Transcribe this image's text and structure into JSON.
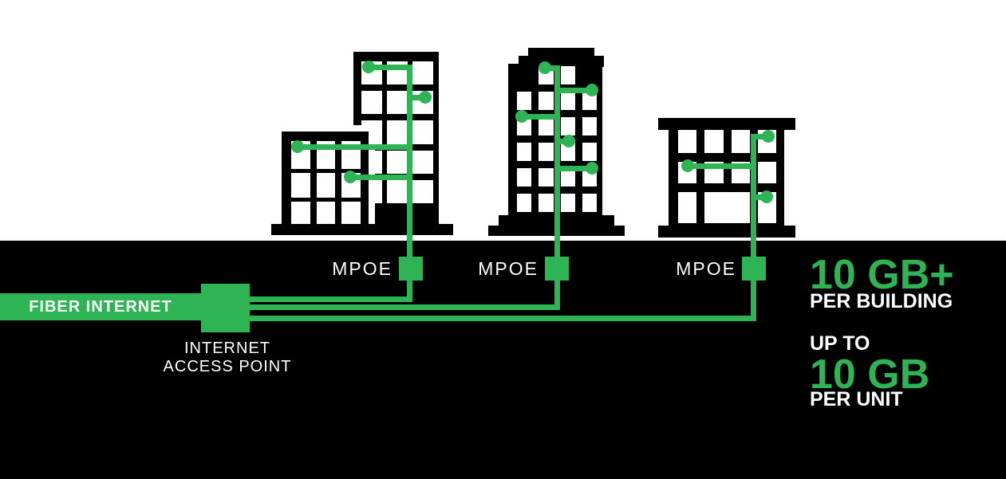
{
  "colors": {
    "accent_green": "#2fb455",
    "band_black": "#000000",
    "text_white": "#ffffff"
  },
  "banner": {
    "fiber_internet": "FIBER INTERNET"
  },
  "access_point": {
    "line1": "INTERNET",
    "line2": "ACCESS POINT"
  },
  "mpoe_labels": [
    "MPOE",
    "MPOE",
    "MPOE"
  ],
  "stats": {
    "building_value": "10 GB+",
    "building_caption": "PER BUILDING",
    "unit_prefix": "UP TO",
    "unit_value": "10 GB",
    "unit_caption": "PER UNIT"
  }
}
